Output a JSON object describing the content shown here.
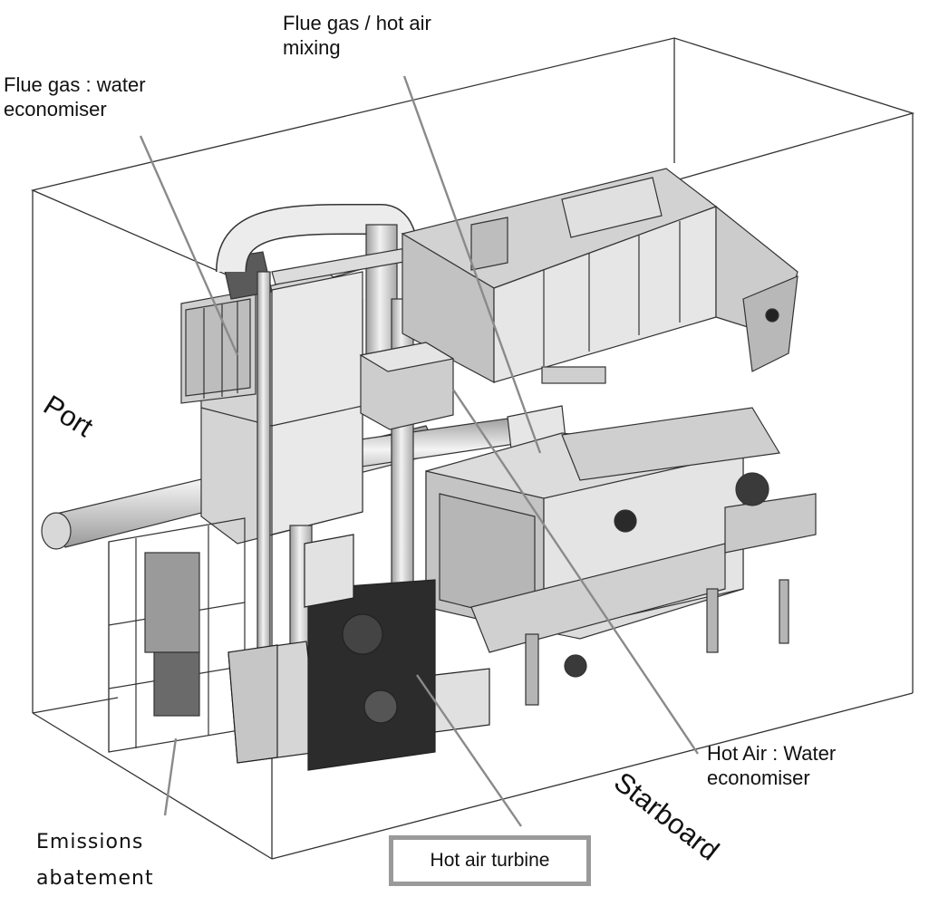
{
  "labels": {
    "flue_gas_hot_air_mixing": [
      "Flue gas / hot air",
      "mixing"
    ],
    "flue_gas_water_economiser": [
      "Flue gas : water",
      "economiser"
    ],
    "port": "Port",
    "starboard": "Starboard",
    "hot_air_water_economiser": [
      "Hot Air : Water",
      "economiser"
    ],
    "emissions_abatement": [
      "Emissions",
      "abatement"
    ],
    "hot_air_turbine": "Hot air turbine"
  },
  "colors": {
    "line": "#1a1a1a",
    "leader": "#8a8a8a",
    "metal_light": "#e4e4e4",
    "metal_mid": "#c6c6c6",
    "metal_dark": "#8e8e8e",
    "machinery": "#2a2a2a",
    "label_box_border": "#9a9a9a"
  }
}
